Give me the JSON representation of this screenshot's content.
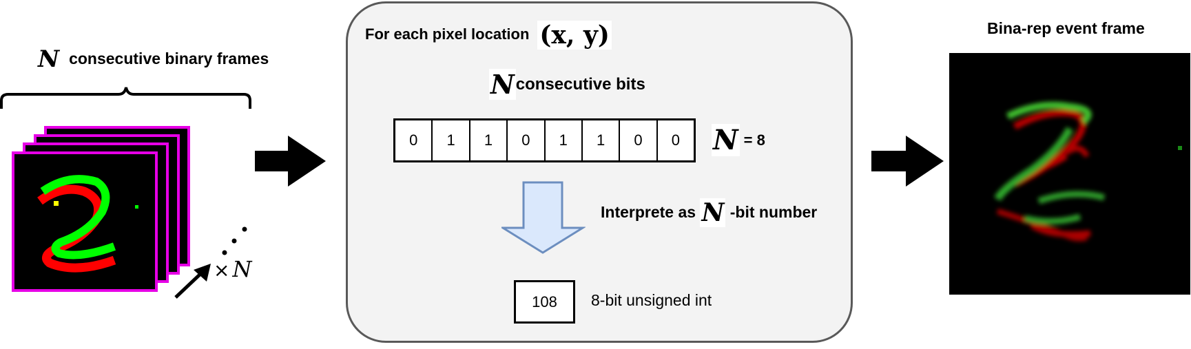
{
  "left": {
    "symbol": "N",
    "title": "consecutive binary frames",
    "times_sign": "×",
    "times_symbol": "N"
  },
  "center": {
    "title": "For each pixel location",
    "title_math": "(x, y)",
    "bits_symbol": "N",
    "bits_caption": "consecutive bits",
    "bits": [
      "0",
      "1",
      "1",
      "0",
      "1",
      "1",
      "0",
      "0"
    ],
    "n_symbol": "N",
    "n_value": " = 8",
    "interpret_prefix": "Interprete as",
    "interpret_symbol": "N",
    "interpret_suffix": "-bit number",
    "result_value": "108",
    "result_caption": "8-bit unsigned int"
  },
  "right": {
    "title": "Bina-rep event frame"
  },
  "colors": {
    "frame_border": "#e600e6",
    "positive_event": "#00ff00",
    "negative_event": "#ff0000",
    "down_arrow_fill": "#dae8fc",
    "down_arrow_stroke": "#6c8ebf",
    "panel_fill": "#f3f3f3",
    "panel_border": "#595959"
  }
}
